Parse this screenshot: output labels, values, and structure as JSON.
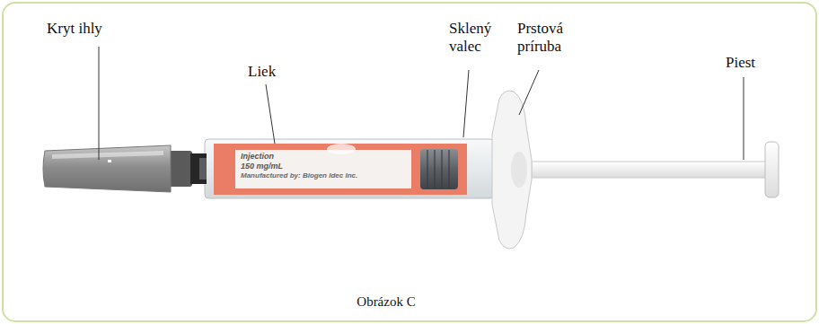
{
  "diagram": {
    "caption": "Obrázok C",
    "labels": [
      "Kryt ihly",
      "Liek",
      "Sklený valec",
      "Prstová príruba",
      "Piest",
      "Injection",
      "150 mg/mL",
      "Manufactured by: Biogen Idec Inc."
    ]
  }
}
